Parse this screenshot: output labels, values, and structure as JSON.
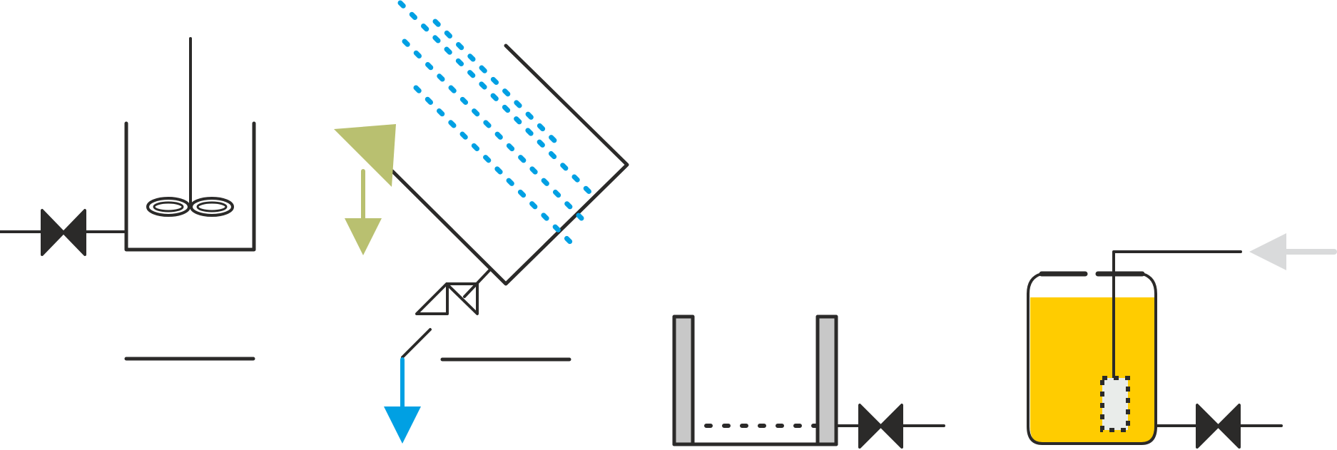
{
  "colors": {
    "line": "#2b2a29",
    "water": "#00a0e3",
    "olive": "#b9c070",
    "liquid": "#ffcc00",
    "wall_fill": "#c8c8c8",
    "grey_arrow": "#d9dadb",
    "probe_fill": "#e9ecea"
  },
  "components": [
    {
      "id": "stirred-tank",
      "icon": "mixer-tank-icon"
    },
    {
      "id": "inclined-settler",
      "icon": "lamella-settler-icon"
    },
    {
      "id": "drying-bed",
      "icon": "channel-basin-icon"
    },
    {
      "id": "dosing-vessel",
      "icon": "liquid-vessel-icon"
    }
  ],
  "flows": [
    {
      "id": "feed-arrow",
      "color": "olive",
      "direction": "down"
    },
    {
      "id": "outlet-arrow",
      "color": "water",
      "direction": "down"
    },
    {
      "id": "inlet-arrow",
      "color": "grey_arrow",
      "direction": "left"
    }
  ],
  "valves": [
    "gate-valve-icon",
    "check-valve-icon",
    "gate-valve-icon",
    "gate-valve-icon"
  ]
}
